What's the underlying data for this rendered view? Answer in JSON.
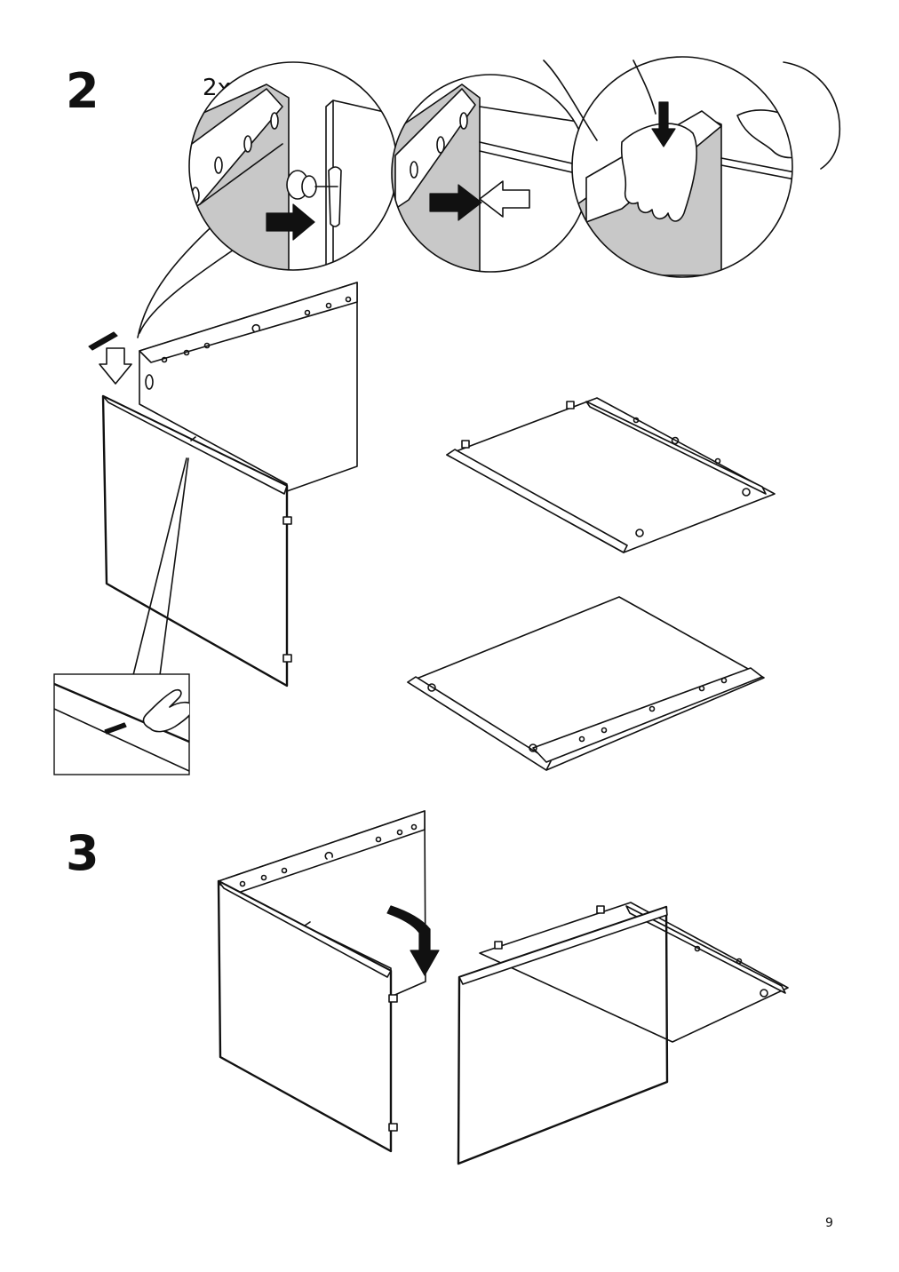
{
  "page": {
    "number": "9"
  },
  "steps": [
    {
      "number": "2",
      "quantity_label": "2x"
    },
    {
      "number": "3"
    }
  ]
}
